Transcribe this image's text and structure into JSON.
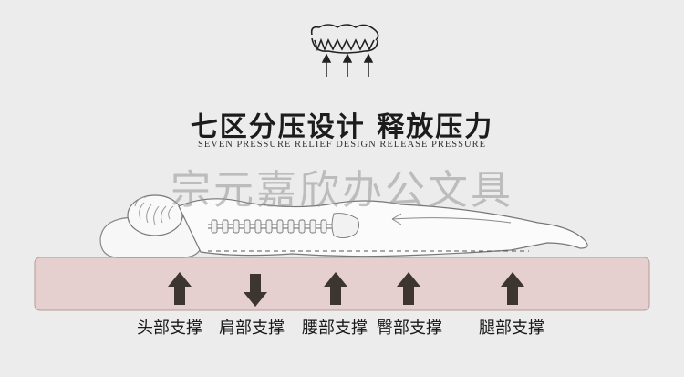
{
  "title": "七区分压设计 释放压力",
  "subtitle": "SEVEN PRESSURE RELIEF DESIGN RELEASE PRESSURE",
  "watermark": "宗元嘉欣办公文具",
  "zones": [
    {
      "label": "头部支撑",
      "direction": "up"
    },
    {
      "label": "肩部支撑",
      "direction": "down"
    },
    {
      "label": "腰部支撑",
      "direction": "up"
    },
    {
      "label": "臀部支撑",
      "direction": "up"
    },
    {
      "label": "腿部支撑",
      "direction": "up"
    }
  ],
  "colors": {
    "background": "#ececec",
    "mattress": "#e6cfcf",
    "mattress_border": "#b89a9a",
    "arrow": "#3c3530",
    "text": "#1a1a1a"
  },
  "icons": [
    "spine-icon",
    "up-arrow-icon",
    "down-arrow-icon"
  ]
}
